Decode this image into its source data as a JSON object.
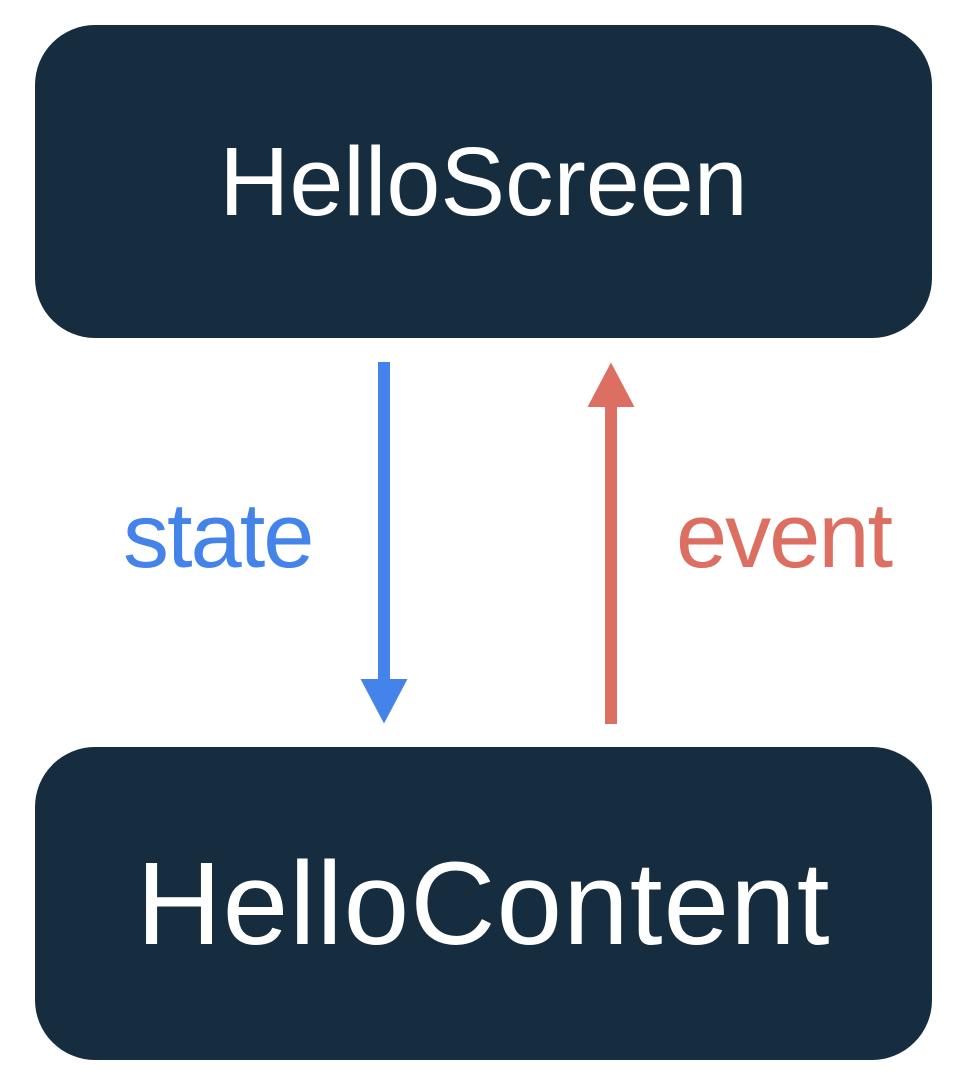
{
  "diagram": {
    "title_context": "unidirectional data flow between two composables",
    "top_box": {
      "label": "HelloScreen"
    },
    "bottom_box": {
      "label": "HelloContent"
    },
    "arrows": {
      "state": {
        "label": "state",
        "direction": "down",
        "from": "HelloScreen",
        "to": "HelloContent"
      },
      "event": {
        "label": "event",
        "direction": "up",
        "from": "HelloContent",
        "to": "HelloScreen"
      }
    },
    "colors": {
      "background": "#FFFFFF",
      "box_bg": "#162D3F",
      "box_text": "#FFFFFF",
      "state_blue": "#4383EA",
      "event_red": "#DD6E62"
    }
  }
}
